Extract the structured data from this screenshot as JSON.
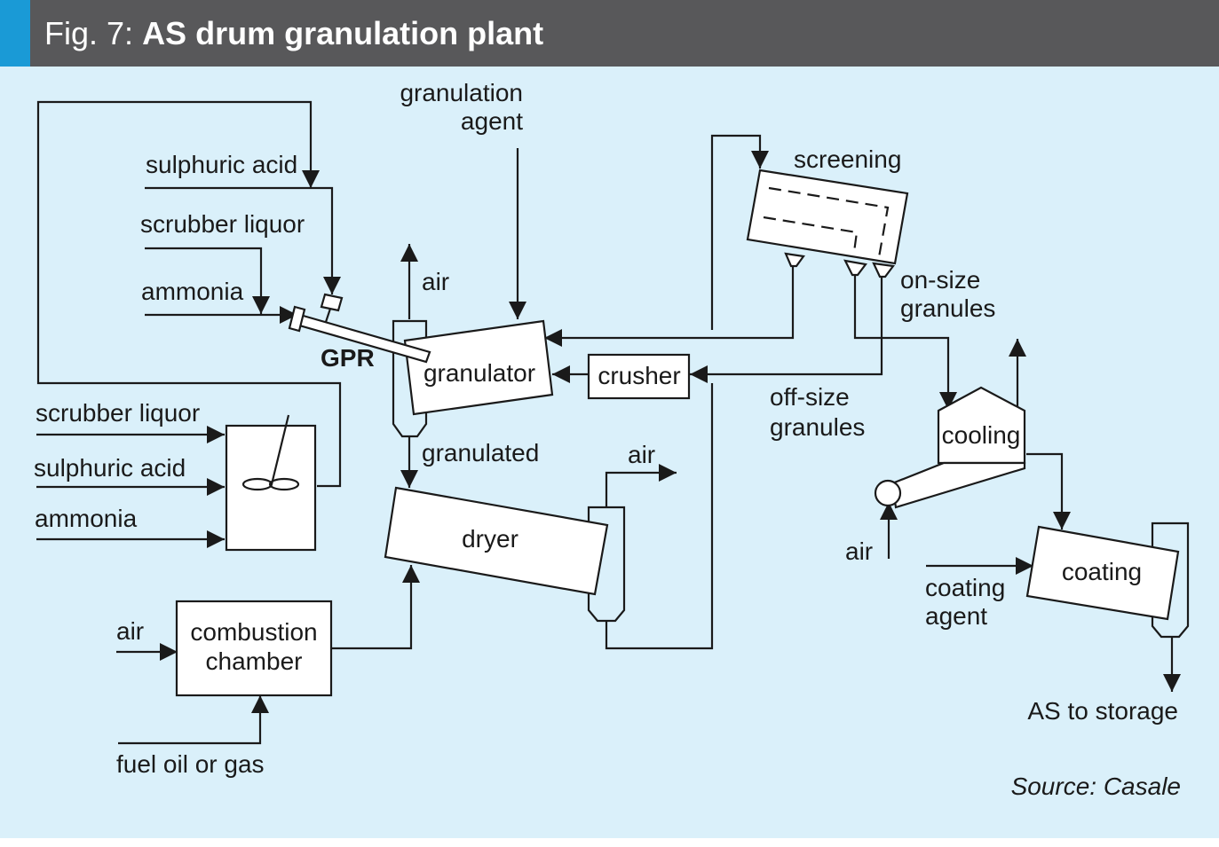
{
  "title": {
    "prefix": "Fig. 7:",
    "main": "AS drum granulation plant"
  },
  "labels": {
    "granulation_agent_1": "granulation",
    "granulation_agent_2": "agent",
    "sulphuric_acid_top": "sulphuric acid",
    "scrubber_liquor_top": "scrubber liquor",
    "ammonia_top": "ammonia",
    "air_granulator": "air",
    "gpr": "GPR",
    "granulator": "granulator",
    "crusher": "crusher",
    "screening": "screening",
    "on_size_1": "on-size",
    "on_size_2": "granules",
    "off_size_1": "off-size",
    "off_size_2": "granules",
    "scrubber_liquor_bottom": "scrubber liquor",
    "sulphuric_acid_bottom": "sulphuric acid",
    "ammonia_bottom": "ammonia",
    "granulated": "granulated",
    "air_dryer": "air",
    "dryer": "dryer",
    "cooling": "cooling",
    "air_cooling": "air",
    "coating": "coating",
    "coating_agent_1": "coating",
    "coating_agent_2": "agent",
    "air_combustion": "air",
    "combustion_1": "combustion",
    "combustion_2": "chamber",
    "fuel": "fuel oil or gas",
    "storage": "AS to storage",
    "source": "Source: Casale"
  },
  "colors": {
    "header_bg": "#58585a",
    "header_accent": "#1a9ad6",
    "panel_bg": "#daf0fa",
    "stroke": "#1a1a1a"
  }
}
